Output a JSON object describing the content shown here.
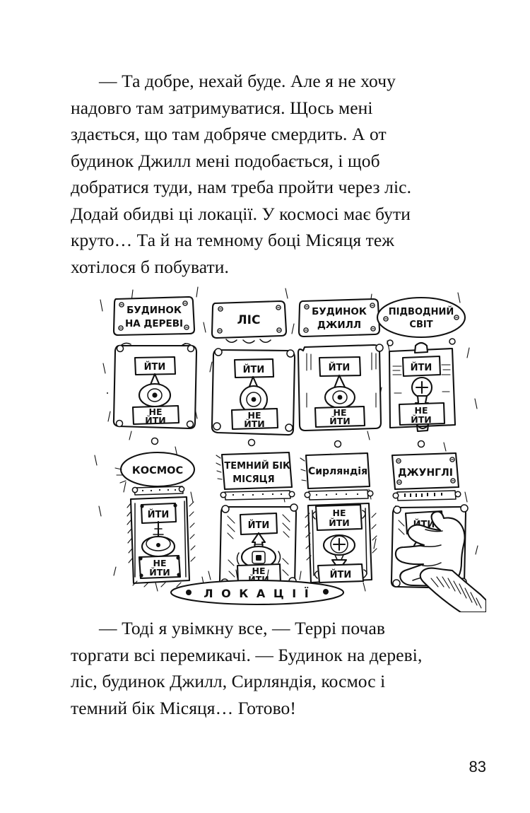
{
  "page": {
    "number": "83",
    "paragraph_top": "— Та добре, нехай буде. Але я не хочу надовго там затримуватися. Щось мені здається, що там добряче смердить. А от будинок Джилл мені подобається, і щоб добратися туди, нам треба пройти через ліс. Додай обидві ці локації. У космосі має бути круто… Та й на темному боці Місяця теж хотілося б побувати.",
    "paragraph_bottom": "— Тоді я увімкну все, — Террі почав торгати всі перемикачі. — Будинок на дереві, ліс, будинок Джилл, Сирляндія, космос і темний бік Місяця… Готово!"
  },
  "illustration": {
    "caption": "Л О К А Ц І Ї",
    "switch_on_label": "ЙТИ",
    "switch_off_label": "НЕ ЙТИ",
    "panels": [
      {
        "id": "treehouse",
        "name_lines": [
          "БУДИНОК",
          "НА ДЕРЕВІ"
        ],
        "plate_shape": "rect",
        "top_label": "ЙТИ",
        "bottom_label": "НЕ ЙТИ",
        "knob": "lever-up",
        "state": "on"
      },
      {
        "id": "forest",
        "name_lines": [
          "ЛІС"
        ],
        "plate_shape": "rect",
        "top_label": "ЙТИ",
        "bottom_label": "НЕ ЙТИ",
        "knob": "lever-up",
        "state": "on"
      },
      {
        "id": "jills-house",
        "name_lines": [
          "БУДИНОК",
          "ДЖИЛЛ"
        ],
        "plate_shape": "rect",
        "top_label": "ЙТИ",
        "bottom_label": "НЕ ЙТИ",
        "knob": "lever-up",
        "state": "on"
      },
      {
        "id": "underwater-world",
        "name_lines": [
          "ПІДВОДНИЙ",
          "СВІТ"
        ],
        "plate_shape": "oval",
        "top_label": "ЙТИ",
        "bottom_label": "НЕ ЙТИ",
        "knob": "arrow-down-plus",
        "state": "off"
      },
      {
        "id": "space",
        "name_lines": [
          "КОСМОС"
        ],
        "plate_shape": "oval",
        "top_label": "ЙТИ",
        "bottom_label": "НЕ ЙТИ",
        "knob": "lever-up",
        "state": "on"
      },
      {
        "id": "dark-side-of-the-moon",
        "name_lines": [
          "ТЕМНИЙ БІК",
          "МІСЯЦЯ"
        ],
        "plate_shape": "rect",
        "top_label": "ЙТИ",
        "bottom_label": "НЕ ЙТИ",
        "knob": "arrow-up",
        "state": "on"
      },
      {
        "id": "cheeseland",
        "name_lines": [
          "Сирляндія"
        ],
        "plate_shape": "rect",
        "top_label": "НЕ ЙТИ",
        "bottom_label": "ЙТИ",
        "knob": "arrow-down-plus",
        "state": "on"
      },
      {
        "id": "jungle",
        "name_lines": [
          "ДЖУНГЛІ"
        ],
        "plate_shape": "rect",
        "top_label": "ЙТИ",
        "bottom_label": "",
        "knob": "hand-grip",
        "state": "being-switched"
      }
    ]
  },
  "colors": {
    "ink": "#111111",
    "paper": "#ffffff"
  }
}
